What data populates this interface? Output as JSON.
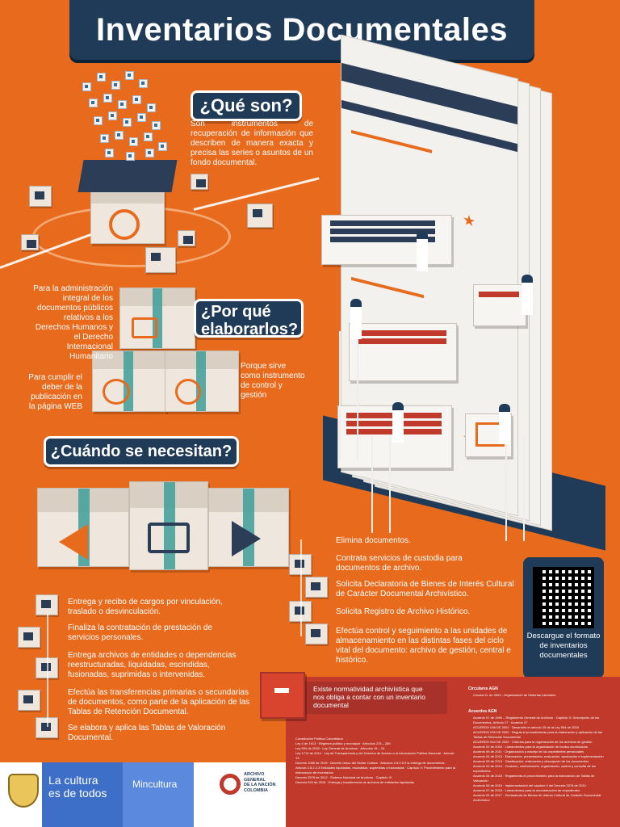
{
  "title": "Inventarios Documentales",
  "que_son": {
    "heading": "¿Qué son?",
    "text": "Son instrumentos de recuperación de información que describen de manera exacta y precisa las series o asuntos de un fondo documental."
  },
  "por_que": {
    "heading_line1": "¿Por qué",
    "heading_line2": "elaborarlos?",
    "reason1": "Para la administración integral de los documentos públicos relativos a los Derechos Humanos y el Derecho Internacional Humanitario",
    "reason2": "Para cumplir el deber de la publicación en la página WEB",
    "reason3": "Porque sirve como instrumento de control y gestión"
  },
  "cuando": {
    "heading": "¿Cuándo se necesitan?",
    "left_items": [
      "Entrega y recibo de cargos por vinculación, traslado o desvinculación.",
      "Finaliza la contratación de prestación de servicios personales.",
      "Entrega archivos de entidades o dependencias reestructuradas, liquidadas, escindidas, fusionadas, suprimidas o intervenidas.",
      "Efectúa las transferencias primarias o secundarias de documentos, como parte de la aplicación de las Tablas de Retención Documental.",
      "Se elabora y aplica las Tablas de Valoración Documental."
    ],
    "right_items": [
      "Elimina documentos.",
      "Contrata servicios de custodia para documentos de archivo.",
      "Solicita Declaratoria de Bienes de Interés Cultural de Carácter Documental Archivístico.",
      "Solicita Registro de Archivo Histórico.",
      "Efectúa control y seguimiento a las unidades de almacenamiento en las distintas fases del ciclo vital del documento: archivo de gestión, central e histórico."
    ]
  },
  "qr": {
    "caption": "Descargue el formato de inventarios documentales"
  },
  "normatividad": {
    "text": "Existe normatividad archivística que nos obliga a contar con un inventario documental",
    "circulares_heading": "Circulares AGN",
    "circulares_item": "Circular N. de 2003 - Organización de Historias Laborales",
    "acuerdos_heading": "Acuerdos AGN",
    "acuerdos_items": [
      "Acuerdo 07 de 1994 – Reglamento General de Archivos · Capítulo V: Descripción de los Documentos, Artículo 27 · Acuerdo 27",
      "ACUERDO 038 DE 2002 · Desarrolla el artículo 15 de la Ley 594 de 2000",
      "ACUERDO 039 DE 2002 · Regula el procedimiento para la elaboración y aplicación de las Tablas de Retención Documental",
      "ACUERDO 042 DE 2002 · Criterios para la organización de los archivos de gestión",
      "Acuerdo 02 de 2004 · Lineamientos para la organización de fondos acumulados",
      "Acuerdo 06 de 2011 · Organización y manejo de los expedientes pensionales",
      "Acuerdo 04 de 2013 · Elaboración, presentación, evaluación, aprobación e implementación",
      "Acuerdo 05 de 2013 · Clasificación, ordenación y descripción de los documentos",
      "Acuerdo 02 de 2014 · Creación, conformación, organización, control y consulta de los expedientes",
      "Acuerdo 04 de 2015 · Reglamenta el procedimiento para la elaboración de Tablas de Valoración",
      "Acuerdo 06 de 2015 · Implementación del capítulo 4 del Decreto 2578 de 2012",
      "Acuerdo 07 de 2015 · Lineamientos para la reconstrucción de expedientes",
      "Acuerdo 02 de 2017 · Declaratoria de Bienes de Interés Cultural de Carácter Documental Archivístico"
    ],
    "leyes_items": [
      "Constitución Política Colombiana",
      "Ley 4 de 1913 · Régimen político y municipal · Artículos 275 – 289",
      "Ley 594 de 2000 · Ley General de Archivos · Artículos 19 – 24",
      "Ley 1712 de 2014 · Ley de Transparencia y del Derecho de Acceso a la Información Pública Nacional · Artículo 13",
      "Decreto 1080 de 2015 · Decreto Único del Sector Cultura · Artículos 2.8.2.5.9 la entrega de documentos · Artículo 2.8.2.2.3 Entidades liquidadas, escindidas, suprimidas o fusionadas · Capítulo V: Procedimiento para la elaboración de inventarios",
      "Decreto 2578 de 2012 · Sistema Nacional de Archivos · Capítulo III",
      "Decreto 029 de 2015 · Entrega y transferencia de archivos de entidades liquidadas"
    ]
  },
  "footer": {
    "slogan_line1": "La cultura",
    "slogan_line2": "es de todos",
    "ministry": "Mincultura",
    "agn_line1": "ARCHIVO",
    "agn_line2": "GENERAL",
    "agn_line3": "DE LA NACIÓN",
    "agn_line4": "COLOMBIA"
  },
  "colors": {
    "background": "#e86a1c",
    "navy": "#1f3b57",
    "red_panel": "#c0392b",
    "mincultura_blue": "#3e6fc8",
    "teal_tape": "#3d9e9a"
  },
  "icons": [
    "data-cube-icon",
    "box-icon",
    "shield-icon",
    "heart-icon",
    "chart-icon",
    "qr-code-icon",
    "filing-cabinet-icon",
    "colombia-coat-of-arms-icon",
    "agn-logo-icon"
  ]
}
